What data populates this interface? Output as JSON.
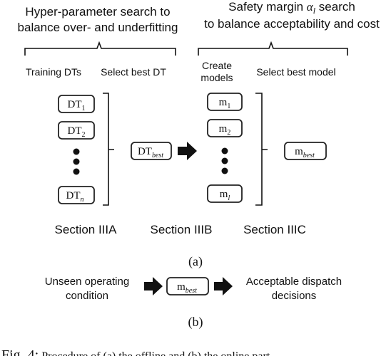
{
  "headings": {
    "left_line1": "Hyper-parameter search to",
    "left_line2": "balance over- and underfitting",
    "right_line1_prefix": "Safety margin ",
    "right_line1_symbol": "α",
    "right_line1_subscript": "l",
    "right_line1_suffix": " search",
    "right_line2": "to balance acceptability and cost"
  },
  "stage_labels": {
    "training_dts": "Training DTs",
    "select_best_dt": "Select best DT",
    "create_models_line1": "Create",
    "create_models_line2": "models",
    "select_best_model": "Select best model"
  },
  "boxes": {
    "dt1_base": "DT",
    "dt1_sub": "1",
    "dt2_base": "DT",
    "dt2_sub": "2",
    "dtn_base": "DT",
    "dtn_sub": "n",
    "dtbest_base": "DT",
    "dtbest_sub": "best",
    "m1_base": "m",
    "m1_sub": "1",
    "m2_base": "m",
    "m2_sub": "2",
    "ml_base": "m",
    "ml_sub": "l",
    "mbest_base": "m",
    "mbest_sub": "best",
    "online_mbest_base": "m",
    "online_mbest_sub": "best"
  },
  "sections": {
    "a": "Section IIIA",
    "b": "Section IIIB",
    "c": "Section IIIC"
  },
  "captions": {
    "a": "(a)",
    "b": "(b)",
    "figure_prefix": "Fig. 4:",
    "figure_text": " Procedure of (a) the offline and (b) the online part"
  },
  "online": {
    "input_line1": "Unseen operating",
    "input_line2": "condition",
    "output_line1": "Acceptable dispatch",
    "output_line2": "decisions"
  },
  "colors": {
    "ink": "#111111",
    "box_stroke": "#222222",
    "background": "#ffffff"
  }
}
